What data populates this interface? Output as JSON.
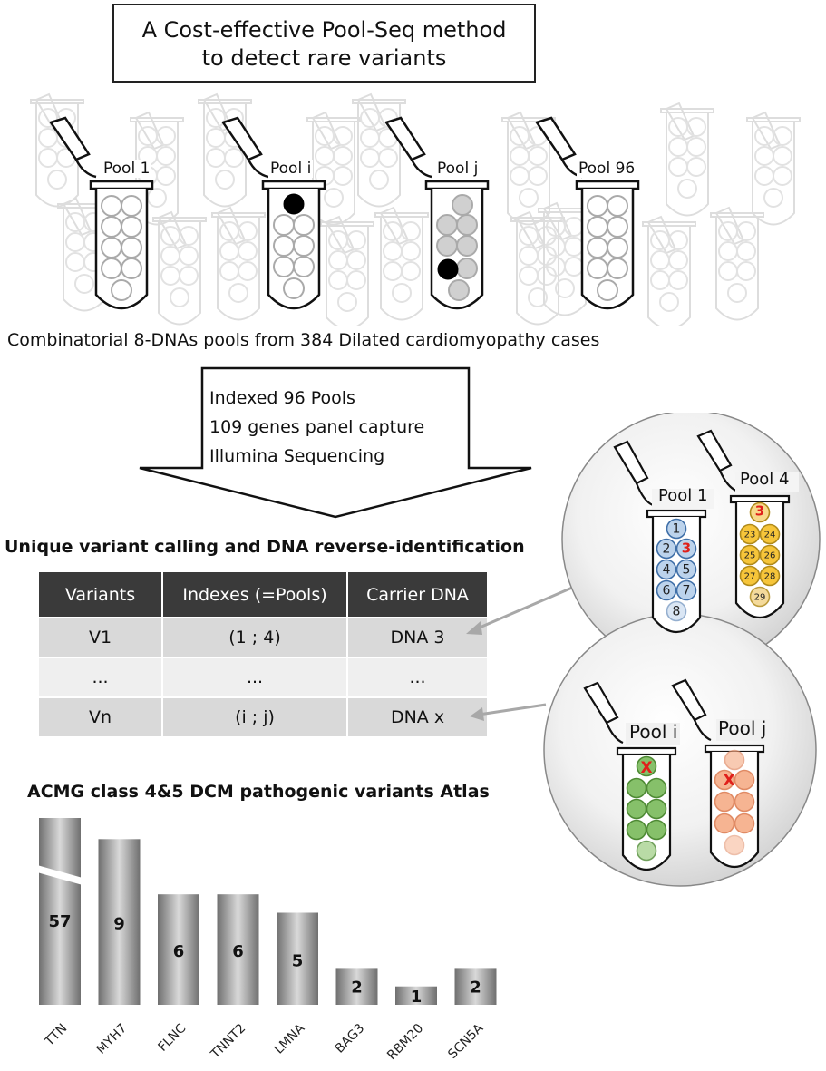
{
  "title": {
    "line1": "A Cost-effective Pool-Seq method",
    "line2": "to detect rare variants"
  },
  "pools": [
    {
      "label": "Pool 1"
    },
    {
      "label": "Pool i"
    },
    {
      "label": "Pool j"
    },
    {
      "label": "Pool 96"
    }
  ],
  "subtitle": "Combinatorial 8-DNAs pools from 384 Dilated cardiomyopathy cases",
  "pipeline": {
    "step1": "Indexed 96 Pools",
    "step2": "109 genes panel capture",
    "step3": "Illumina Sequencing"
  },
  "variant_section": {
    "heading": "Unique variant calling and DNA reverse-identification",
    "headers": [
      "Variants",
      "Indexes (=Pools)",
      "Carrier DNA"
    ],
    "rows": [
      [
        "V1",
        "(1 ; 4)",
        "DNA 3"
      ],
      [
        "...",
        "...",
        "..."
      ],
      [
        "Vn",
        "(i ; j)",
        "DNA x"
      ]
    ]
  },
  "zoom_top": {
    "left_label": "Pool 1",
    "right_label": "Pool 4",
    "left_numbers": [
      "1",
      "2",
      "3",
      "4",
      "5",
      "6",
      "7",
      "8"
    ],
    "right_numbers": [
      "3",
      "23",
      "24",
      "25",
      "26",
      "27",
      "28",
      "29"
    ]
  },
  "zoom_bottom": {
    "left_label": "Pool i",
    "right_label": "Pool j",
    "marker": "X"
  },
  "colors": {
    "blue_fill": "#bcd3ec",
    "blue_stroke": "#3f6fa8",
    "yellow_fill": "#f6c53a",
    "green_fill": "#86c06a",
    "orange_fill": "#f6b492",
    "marker_red": "#e0201b",
    "table_header": "#3a3a3a"
  },
  "chart_data": {
    "type": "bar",
    "title": "ACMG class 4&5 DCM pathogenic variants Atlas",
    "categories": [
      "TTN",
      "MYH7",
      "FLNC",
      "TNNT2",
      "LMNA",
      "BAG3",
      "RBM20",
      "SCN5A"
    ],
    "values": [
      57,
      9,
      6,
      6,
      5,
      2,
      1,
      2
    ],
    "axis_break": "TTN",
    "xlabel": "",
    "ylabel": ""
  }
}
